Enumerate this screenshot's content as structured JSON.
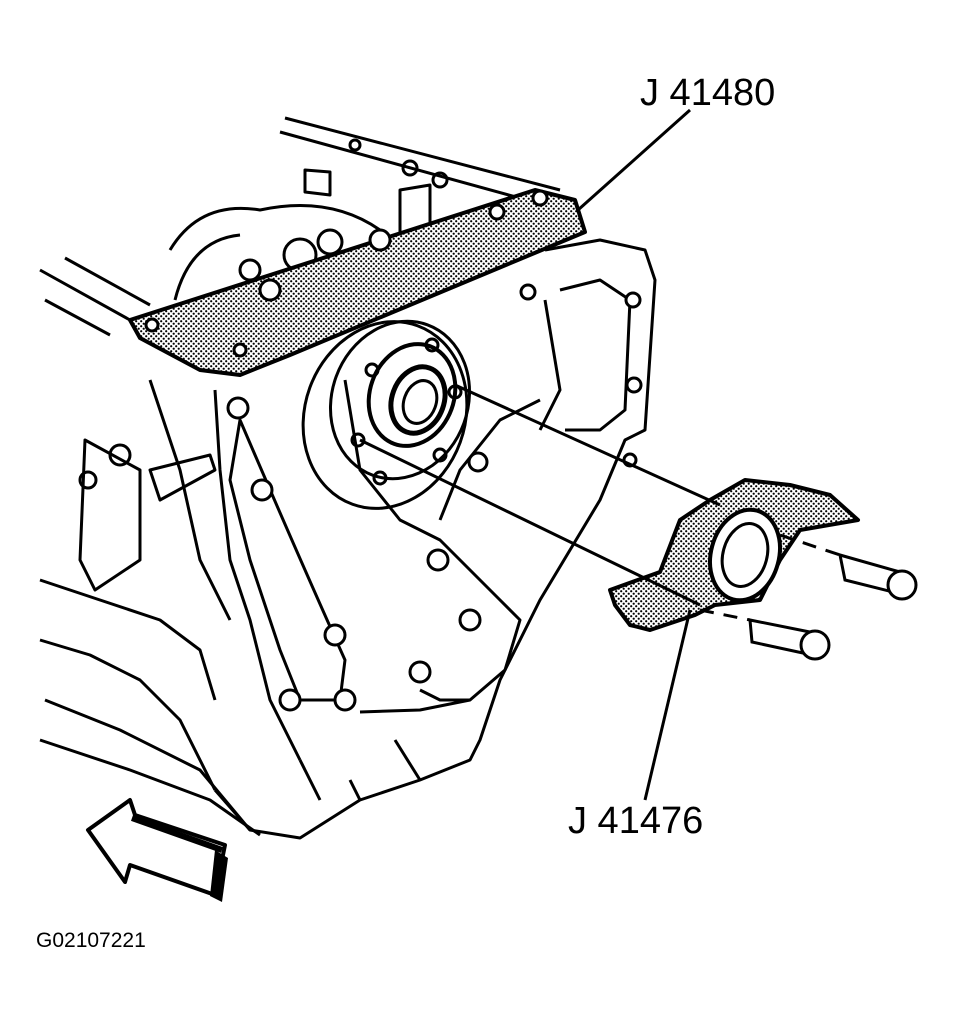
{
  "figure": {
    "callouts": {
      "tool_top": "J 41480",
      "tool_bottom": "J 41476"
    },
    "figure_id": "G02107221",
    "colors": {
      "ink": "#000000",
      "paper": "#ffffff",
      "tool_fill": "#8a8a8a"
    },
    "icons": [
      "front-direction-arrow-icon"
    ]
  }
}
